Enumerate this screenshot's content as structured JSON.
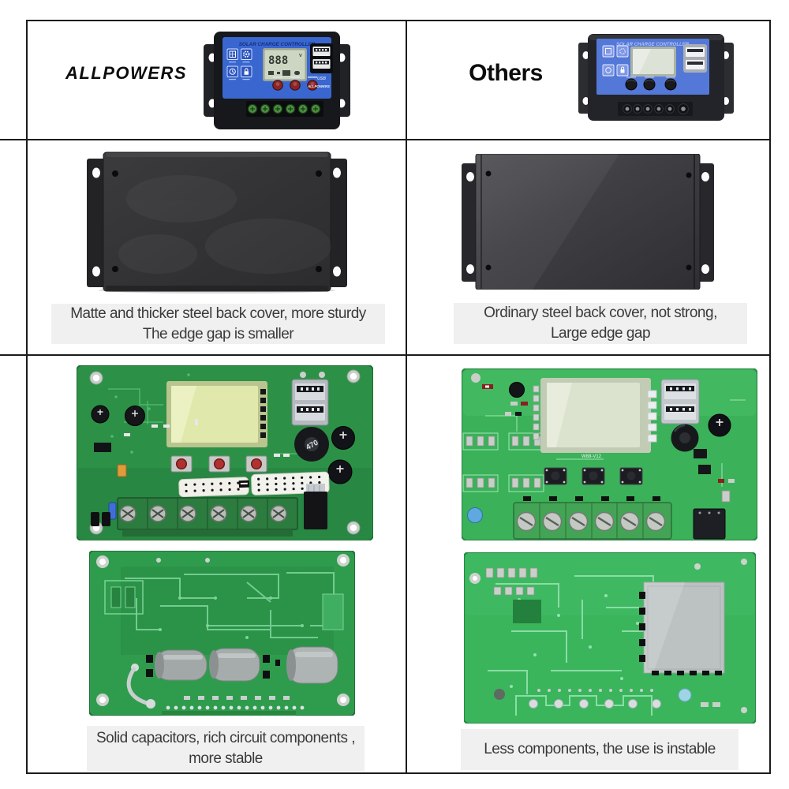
{
  "header": {
    "brand": "ALLPOWERS",
    "competitor": "Others"
  },
  "product": {
    "title": "SOLAR CHARGE CONTROLLER",
    "lcd_value": "888",
    "lcd_unit": "V",
    "usb_label": "USB",
    "brand_badge": "ALLPOWERS",
    "inductor_value": "470",
    "silkscreen": "W88-V12"
  },
  "captions": {
    "back_cover_left": [
      "Matte and thicker steel back cover, more sturdy",
      "The edge gap is smaller"
    ],
    "back_cover_right": [
      "Ordinary steel back cover, not strong,",
      "Large edge gap"
    ],
    "pcb_left": [
      "Solid capacitors, rich circuit components ,",
      "more stable"
    ],
    "pcb_right": [
      "Less components, the use is instable"
    ]
  },
  "colors": {
    "brand_blue": "#3a67cf",
    "pcb_green_dark": "#2e9c4c",
    "pcb_green_bright": "#3ab55c",
    "caption_bg": "#f0f0f0",
    "grid_line": "#1b1b1b"
  }
}
